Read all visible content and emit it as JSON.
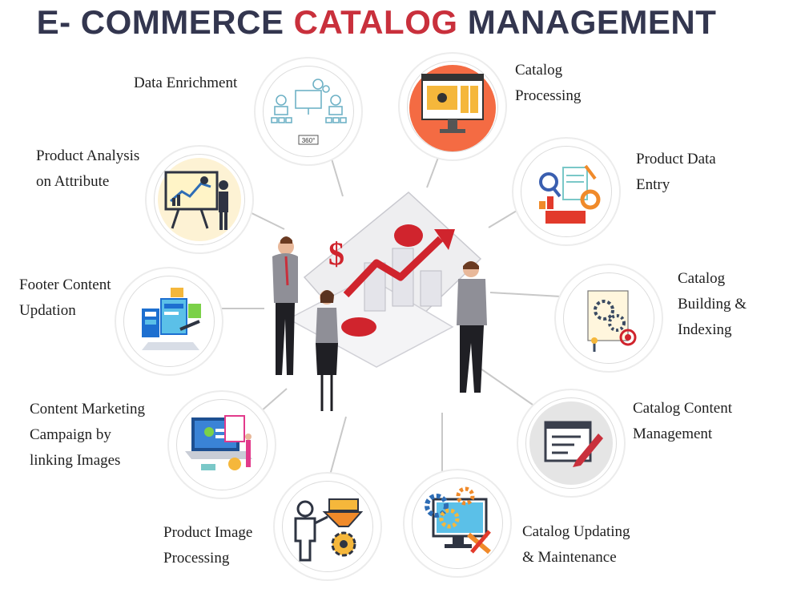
{
  "title": {
    "part1": "E- COMMERCE ",
    "part2": "CATALOG",
    "part3": " MANAGEMENT"
  },
  "colors": {
    "title": "#33364f",
    "accent": "#c9303c",
    "text": "#1f1f1f",
    "ring": "#dcdcdc",
    "connector": "#c8c8c8"
  },
  "services": [
    {
      "id": "data-enrichment",
      "lines": [
        "Data Enrichment"
      ],
      "icon": "data-enrichment-icon",
      "badge": "360°"
    },
    {
      "id": "catalog-processing",
      "lines": [
        "Catalog",
        "Processing"
      ],
      "icon": "monitor-gear-icon"
    },
    {
      "id": "product-data-entry",
      "lines": [
        "Product Data",
        "Entry"
      ],
      "icon": "data-entry-icon"
    },
    {
      "id": "catalog-building-indexing",
      "lines": [
        "Catalog",
        "Building &",
        "Indexing"
      ],
      "icon": "gears-target-icon"
    },
    {
      "id": "catalog-content-management",
      "lines": [
        "Catalog Content",
        "Management"
      ],
      "icon": "edit-document-icon"
    },
    {
      "id": "catalog-updating-maintenance",
      "lines": [
        "Catalog  Updating",
        "&  Maintenance"
      ],
      "icon": "monitor-tools-icon"
    },
    {
      "id": "product-image-processing",
      "lines": [
        "Product Image",
        "Processing"
      ],
      "icon": "funnel-gear-icon"
    },
    {
      "id": "content-marketing-campaign",
      "lines": [
        "Content Marketing",
        "Campaign by",
        "linking Images"
      ],
      "icon": "laptop-campaign-icon"
    },
    {
      "id": "footer-content-updation",
      "lines": [
        "Footer Content",
        "Updation"
      ],
      "icon": "screens-icon"
    },
    {
      "id": "product-analysis-attribute",
      "lines": [
        "Product Analysis",
        "on Attribute"
      ],
      "icon": "presentation-icon"
    }
  ],
  "center": {
    "icon": "business-growth-icon",
    "symbol": "$"
  }
}
